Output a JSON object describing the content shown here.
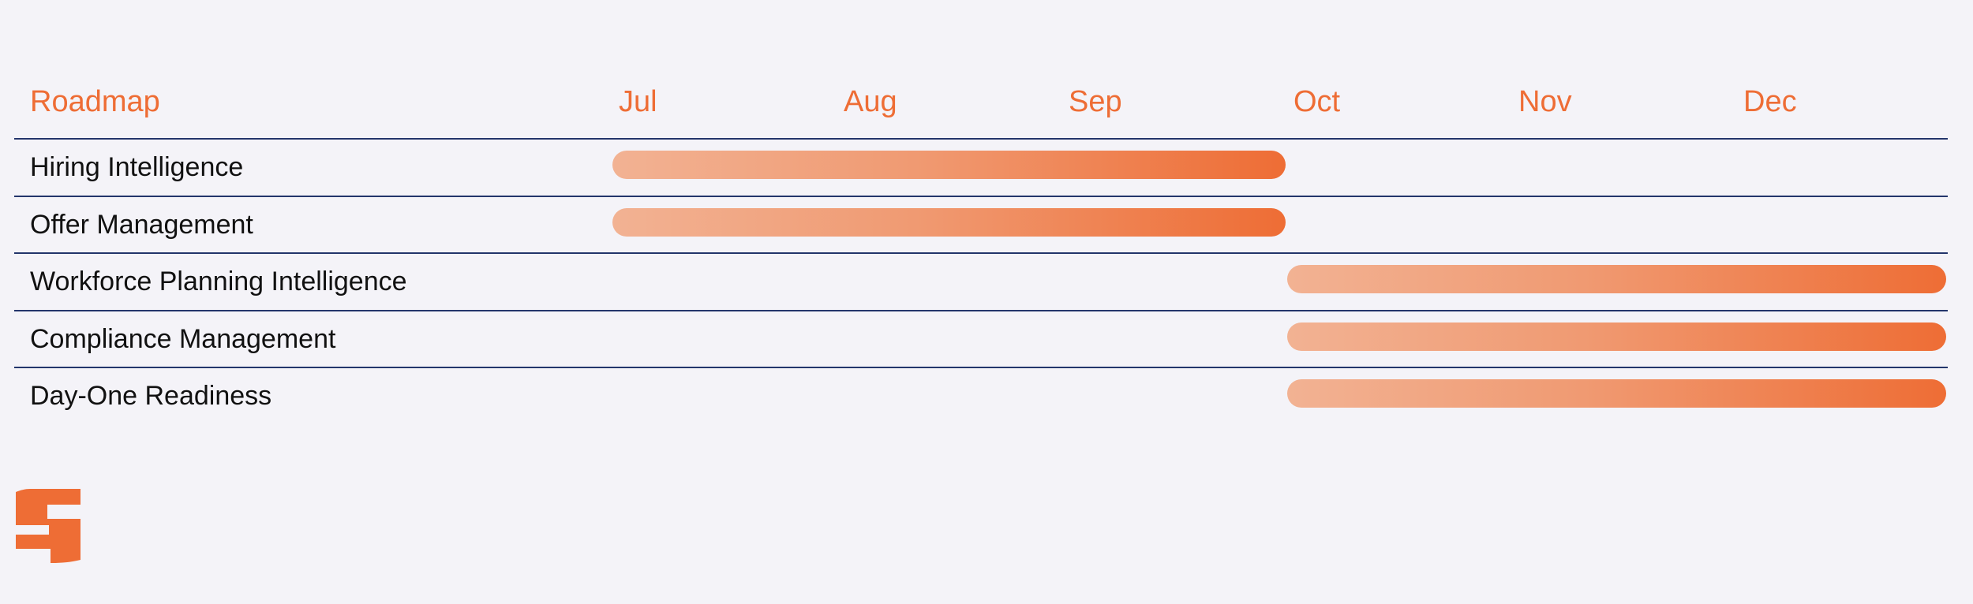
{
  "roadmap": {
    "title": "Roadmap",
    "months": [
      "Jul",
      "Aug",
      "Sep",
      "Oct",
      "Nov",
      "Dec"
    ],
    "accent_color": "#ee6d35",
    "line_color": "#23356b",
    "tasks": [
      {
        "name": "Hiring Intelligence",
        "start": "Jul",
        "end": "Sep"
      },
      {
        "name": "Offer Management",
        "start": "Jul",
        "end": "Sep"
      },
      {
        "name": "Workforce Planning Intelligence",
        "start": "Oct",
        "end": "Dec"
      },
      {
        "name": "Compliance Management",
        "start": "Oct",
        "end": "Dec"
      },
      {
        "name": "Day-One Readiness",
        "start": "Oct",
        "end": "Dec"
      }
    ]
  },
  "logo": {
    "icon": "brand-logo-icon"
  }
}
